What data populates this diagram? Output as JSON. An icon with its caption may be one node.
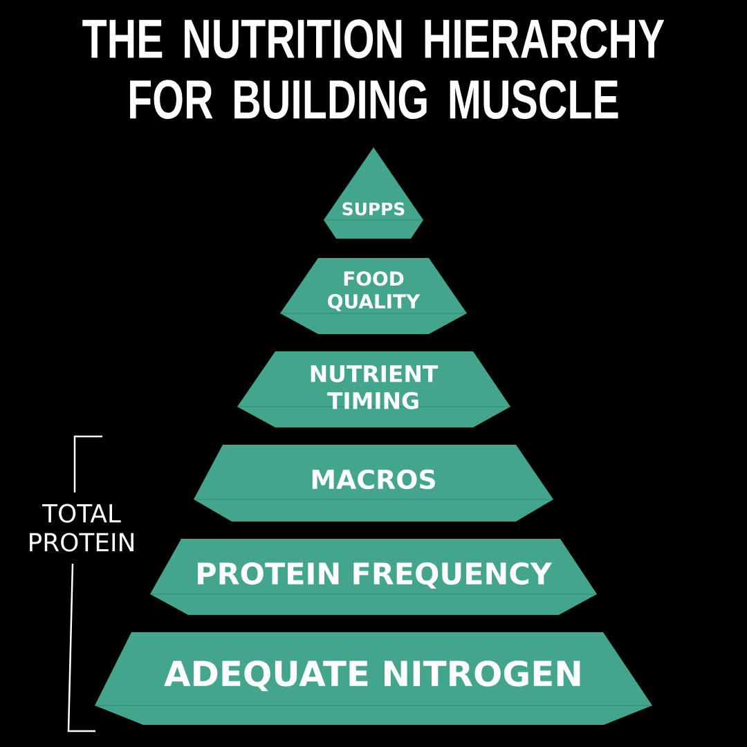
{
  "diagram": {
    "title": "THE NUTRITION HIERARCHY FOR BUILDING MUSCLE",
    "nodes": [
      {
        "text": [
          "SUPPS"
        ]
      },
      {
        "text": [
          "FOOD QUALITY"
        ]
      },
      {
        "text": [
          "NUTRIENT TIMING"
        ]
      },
      {
        "text": [
          "MACROS"
        ]
      },
      {
        "text": [
          "PROTEIN FREQUENCY"
        ]
      },
      {
        "text": [
          "ADEQUATE NITROGEN"
        ]
      }
    ],
    "labels": [
      "TOTAL PROTEIN"
    ]
  }
}
